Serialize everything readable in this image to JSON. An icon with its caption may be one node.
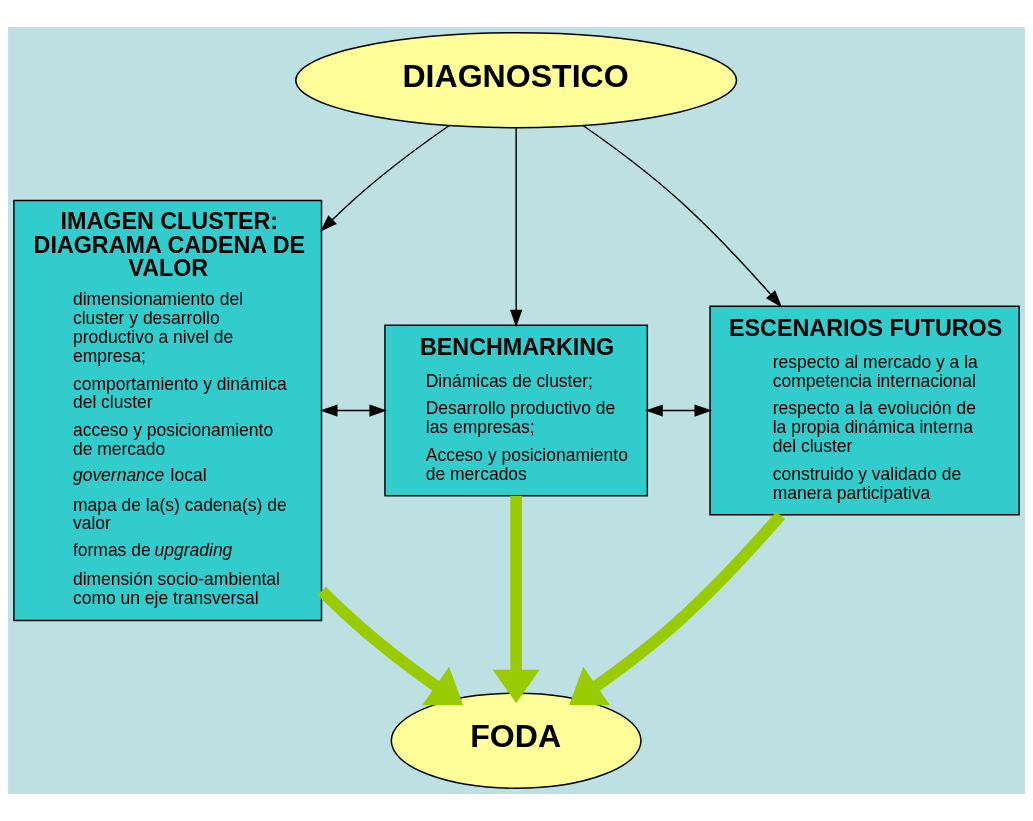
{
  "diagram": {
    "nodes": [
      {
        "text": [
          "DIAGNOSTICO"
        ]
      },
      {
        "text": [
          "IMAGEN CLUSTER: DIAGRAMA CADENA DE VALOR",
          "dimensionamiento del cluster y desarrollo productivo a nivel de empresa;",
          "comportamiento y dinámica del cluster",
          "acceso y posicionamiento de mercado",
          "*governance* local",
          "mapa de la(s) cadena(s) de valor",
          "formas de *upgrading*",
          "dimensión socio-ambiental como un eje transversal"
        ]
      },
      {
        "text": [
          "BENCHMARKING",
          "Dinámicas de cluster;",
          "Desarrollo productivo de las empresas;",
          "Acceso y posicionamiento de mercados"
        ]
      },
      {
        "text": [
          "ESCENARIOS FUTUROS",
          "respecto al mercado y a la competencia internacional",
          "respecto a la evolución de la propia dinámica interna del cluster",
          "construido y validado de manera participativa"
        ]
      },
      {
        "text": [
          "FODA"
        ]
      }
    ],
    "edges": [
      {
        "from": 0,
        "to": 1,
        "arrow": "to"
      },
      {
        "from": 0,
        "to": 2,
        "arrow": "to"
      },
      {
        "from": 0,
        "to": 3,
        "arrow": "to"
      },
      {
        "from": 1,
        "to": 2,
        "arrow": "both"
      },
      {
        "from": 2,
        "to": 3,
        "arrow": "both"
      },
      {
        "from": 1,
        "to": 4,
        "arrow": "to",
        "style": "thick",
        "color": "#99cc00"
      },
      {
        "from": 2,
        "to": 4,
        "arrow": "to",
        "style": "thick",
        "color": "#99cc00"
      },
      {
        "from": 3,
        "to": 4,
        "arrow": "to",
        "style": "thick",
        "color": "#99cc00"
      }
    ]
  }
}
